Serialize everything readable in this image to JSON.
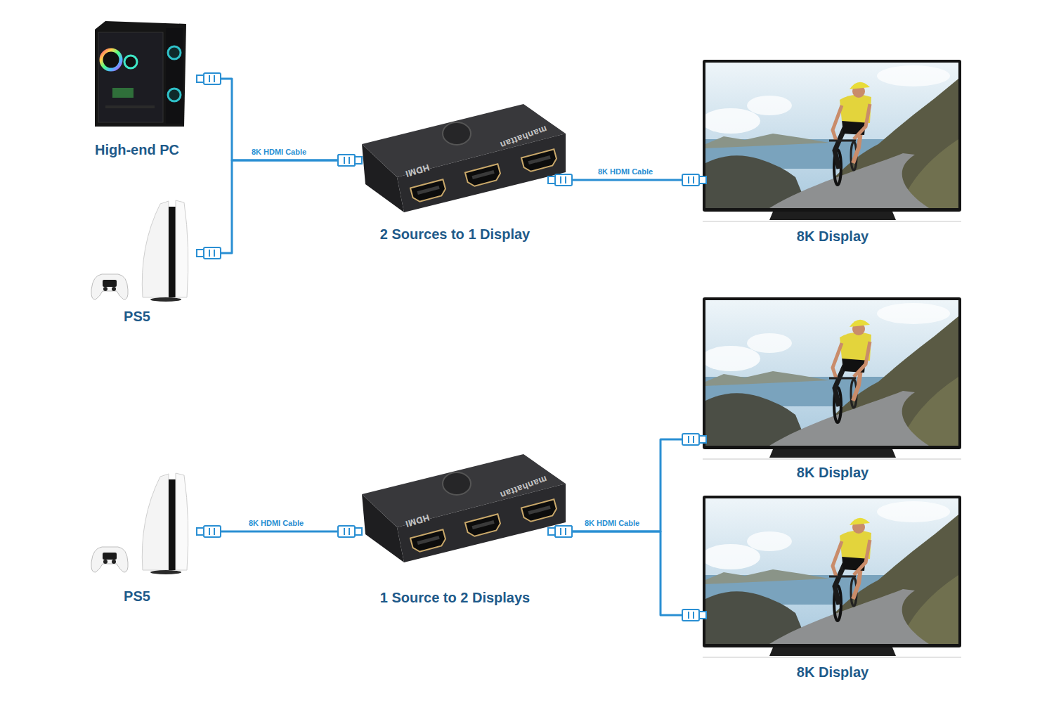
{
  "diagram": {
    "nodes": [
      {
        "text": [
          "High-end PC"
        ]
      },
      {
        "text": [
          "PS5"
        ]
      },
      {
        "text": [
          "2 Sources to 1 Display"
        ]
      },
      {
        "text": [
          "8K Display"
        ]
      },
      {
        "text": [
          "PS5"
        ]
      },
      {
        "text": [
          "1 Source to 2 Displays"
        ]
      },
      {
        "text": [
          "8K Display"
        ]
      },
      {
        "text": [
          "8K Display"
        ]
      }
    ],
    "edges": [
      {
        "from": 0,
        "to": 2,
        "label": "8K HDMI Cable",
        "arrow": "none"
      },
      {
        "from": 1,
        "to": 2,
        "arrow": "none"
      },
      {
        "from": 2,
        "to": 3,
        "label": "8K HDMI Cable",
        "arrow": "none"
      },
      {
        "from": 4,
        "to": 5,
        "label": "8K HDMI Cable",
        "arrow": "none"
      },
      {
        "from": 5,
        "to": 6,
        "label": "8K HDMI Cable",
        "arrow": "none"
      },
      {
        "from": 5,
        "to": 7,
        "arrow": "none"
      }
    ],
    "labels": [
      "HDMI",
      "manhattan",
      "HDMI",
      "manhattan"
    ]
  }
}
